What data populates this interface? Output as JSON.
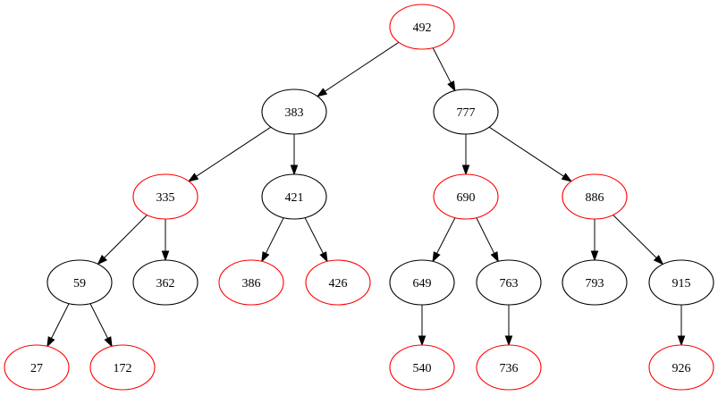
{
  "colors": {
    "red": "#ff0000",
    "black": "#000000"
  },
  "nodes": [
    {
      "id": "n492",
      "label": "492",
      "color": "red"
    },
    {
      "id": "n383",
      "label": "383",
      "color": "black"
    },
    {
      "id": "n777",
      "label": "777",
      "color": "black"
    },
    {
      "id": "n335",
      "label": "335",
      "color": "red"
    },
    {
      "id": "n421",
      "label": "421",
      "color": "black"
    },
    {
      "id": "n690",
      "label": "690",
      "color": "red"
    },
    {
      "id": "n886",
      "label": "886",
      "color": "red"
    },
    {
      "id": "n59",
      "label": "59",
      "color": "black"
    },
    {
      "id": "n362",
      "label": "362",
      "color": "black"
    },
    {
      "id": "n386",
      "label": "386",
      "color": "red"
    },
    {
      "id": "n426",
      "label": "426",
      "color": "red"
    },
    {
      "id": "n649",
      "label": "649",
      "color": "black"
    },
    {
      "id": "n763",
      "label": "763",
      "color": "black"
    },
    {
      "id": "n793",
      "label": "793",
      "color": "black"
    },
    {
      "id": "n915",
      "label": "915",
      "color": "black"
    },
    {
      "id": "n27",
      "label": "27",
      "color": "red"
    },
    {
      "id": "n172",
      "label": "172",
      "color": "red"
    },
    {
      "id": "n540",
      "label": "540",
      "color": "red"
    },
    {
      "id": "n736",
      "label": "736",
      "color": "red"
    },
    {
      "id": "n926",
      "label": "926",
      "color": "red"
    }
  ],
  "edges": [
    {
      "from": "n492",
      "to": "n383"
    },
    {
      "from": "n492",
      "to": "n777"
    },
    {
      "from": "n383",
      "to": "n335"
    },
    {
      "from": "n383",
      "to": "n421"
    },
    {
      "from": "n777",
      "to": "n690"
    },
    {
      "from": "n777",
      "to": "n886"
    },
    {
      "from": "n335",
      "to": "n59"
    },
    {
      "from": "n335",
      "to": "n362"
    },
    {
      "from": "n421",
      "to": "n386"
    },
    {
      "from": "n421",
      "to": "n426"
    },
    {
      "from": "n690",
      "to": "n649"
    },
    {
      "from": "n690",
      "to": "n763"
    },
    {
      "from": "n886",
      "to": "n793"
    },
    {
      "from": "n886",
      "to": "n915"
    },
    {
      "from": "n59",
      "to": "n27"
    },
    {
      "from": "n59",
      "to": "n172"
    },
    {
      "from": "n649",
      "to": "n540"
    },
    {
      "from": "n763",
      "to": "n736"
    },
    {
      "from": "n915",
      "to": "n926"
    }
  ]
}
